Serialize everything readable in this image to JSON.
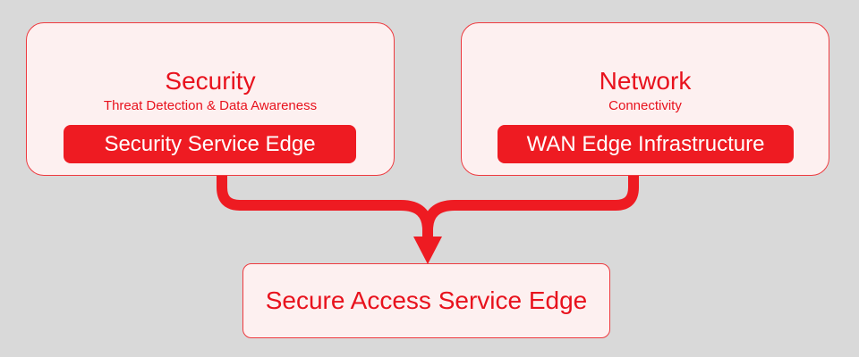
{
  "colors": {
    "accent": "#ee1b22",
    "card_bg": "#fdf0f0",
    "card_border": "#ee3a3f",
    "page_bg": "#d9d9d9"
  },
  "security": {
    "title": "Security",
    "subtitle": "Threat Detection & Data Awareness",
    "component": "Security Service Edge"
  },
  "network": {
    "title": "Network",
    "subtitle": "Connectivity",
    "component": "WAN Edge Infrastructure"
  },
  "result": {
    "label": "Secure Access Service Edge"
  },
  "connector": {
    "from": [
      "security",
      "network"
    ],
    "to": "result"
  }
}
